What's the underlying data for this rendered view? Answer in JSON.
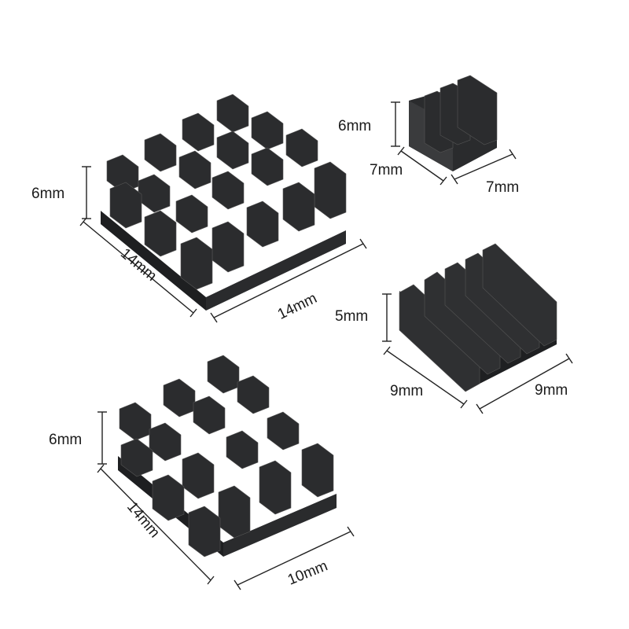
{
  "colors": {
    "background": "#ffffff",
    "heatsink_top": "#3a3b3d",
    "heatsink_front": "#2b2c2e",
    "heatsink_side": "#1f2022",
    "dimension_line": "#222222"
  },
  "heatsinks": [
    {
      "name": "heatsink-large-square",
      "height_label": "6mm",
      "depth_label": "14mm",
      "width_label": "14mm"
    },
    {
      "name": "heatsink-small",
      "height_label": "6mm",
      "depth_label": "7mm",
      "width_label": "7mm"
    },
    {
      "name": "heatsink-medium",
      "height_label": "5mm",
      "depth_label": "9mm",
      "width_label": "9mm"
    },
    {
      "name": "heatsink-rectangular",
      "height_label": "6mm",
      "depth_label": "14mm",
      "width_label": "10mm"
    }
  ]
}
